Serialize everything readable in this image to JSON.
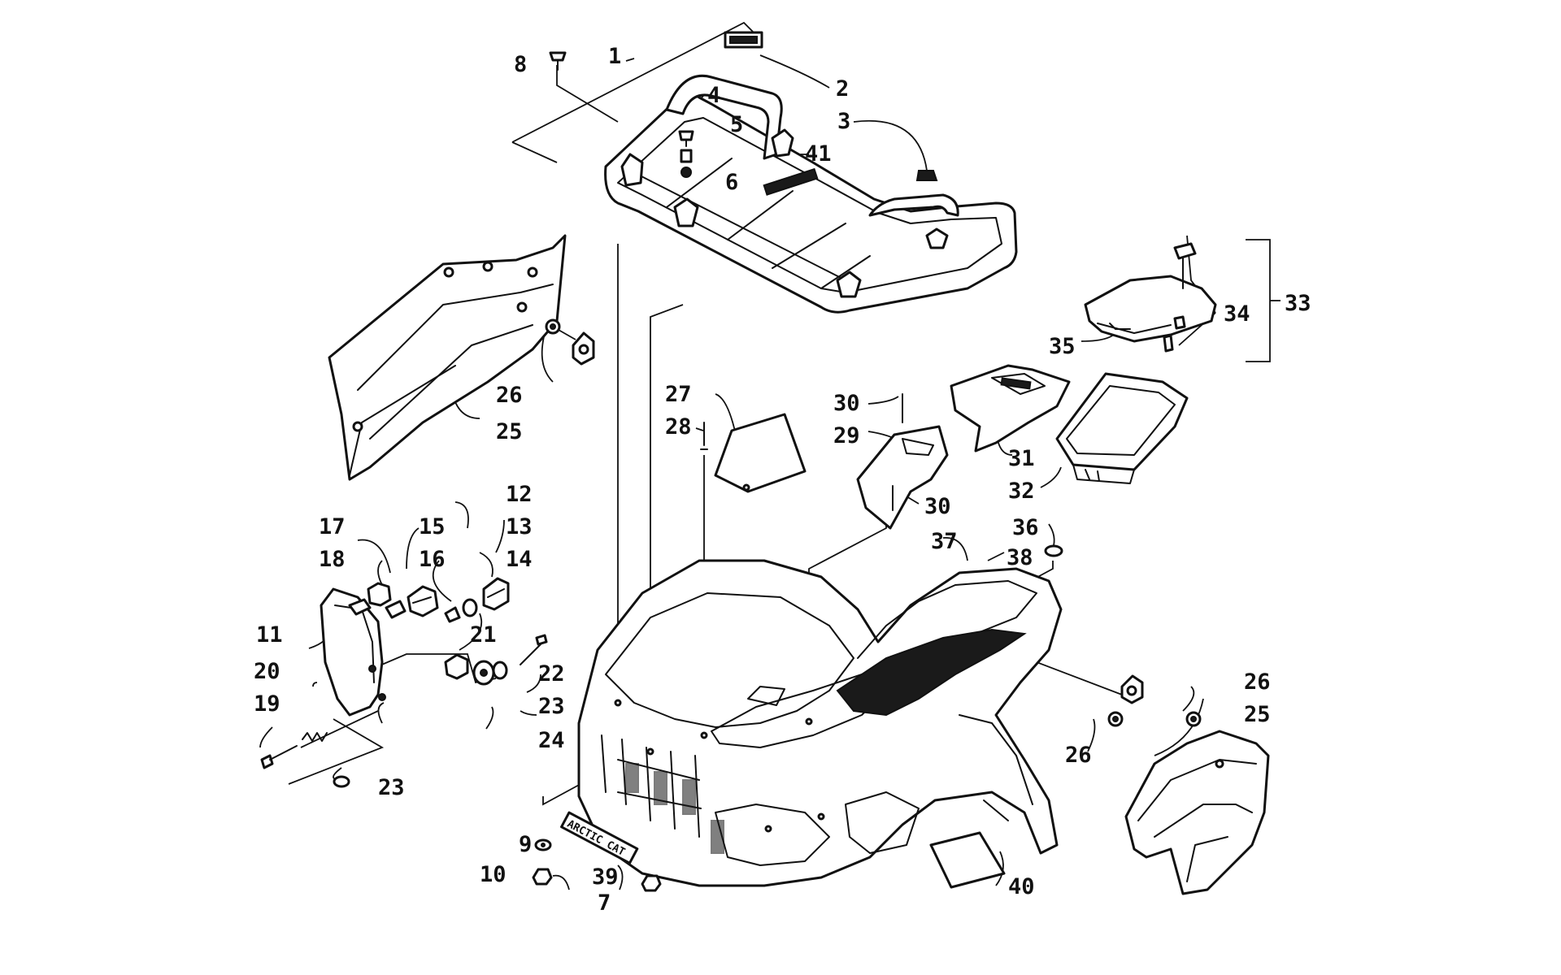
{
  "diagram": {
    "decal_text": "ARCTIC CAT",
    "callouts": [
      "1",
      "2",
      "3",
      "4",
      "5",
      "6",
      "7",
      "8",
      "9",
      "10",
      "11",
      "12",
      "13",
      "14",
      "15",
      "16",
      "17",
      "18",
      "19",
      "20",
      "21",
      "22",
      "23",
      "23",
      "24",
      "25",
      "25",
      "26",
      "26",
      "26",
      "27",
      "28",
      "29",
      "30",
      "30",
      "31",
      "32",
      "33",
      "34",
      "35",
      "36",
      "37",
      "38",
      "39",
      "40",
      "41"
    ]
  }
}
